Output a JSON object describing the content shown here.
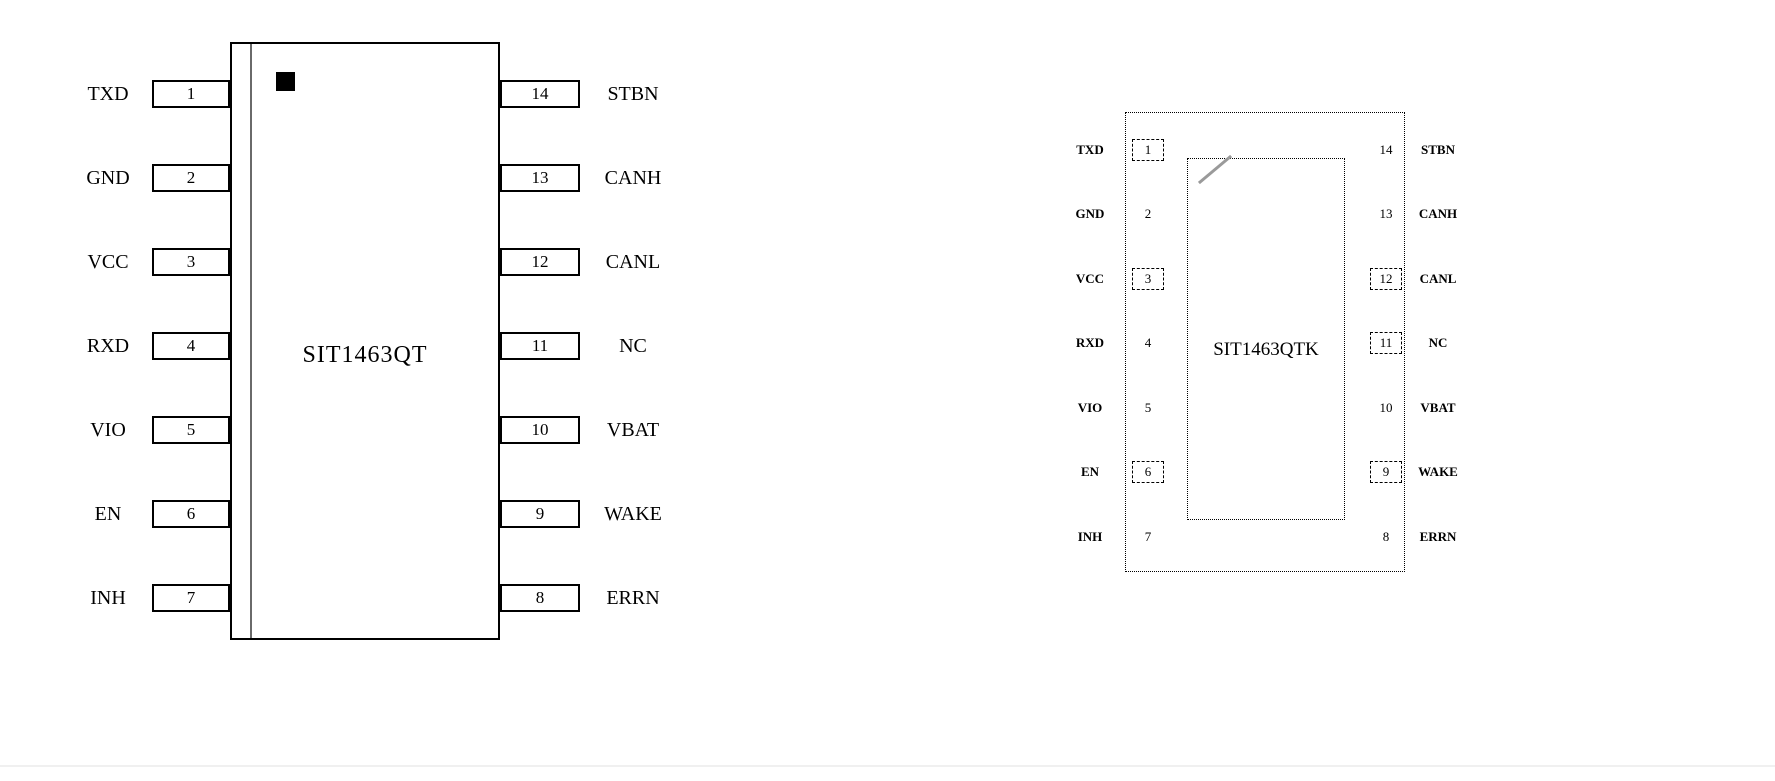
{
  "page": {
    "background": "#ffffff",
    "divider_color": "#f0f0f0"
  },
  "left_diagram": {
    "chip_label": "SIT1463QT",
    "left_pins": [
      {
        "number": "1",
        "label": "TXD"
      },
      {
        "number": "2",
        "label": "GND"
      },
      {
        "number": "3",
        "label": "VCC"
      },
      {
        "number": "4",
        "label": "RXD"
      },
      {
        "number": "5",
        "label": "VIO"
      },
      {
        "number": "6",
        "label": "EN"
      },
      {
        "number": "7",
        "label": "INH"
      }
    ],
    "right_pins": [
      {
        "number": "14",
        "label": "STBN"
      },
      {
        "number": "13",
        "label": "CANH"
      },
      {
        "number": "12",
        "label": "CANL"
      },
      {
        "number": "11",
        "label": "NC"
      },
      {
        "number": "10",
        "label": "VBAT"
      },
      {
        "number": "9",
        "label": "WAKE"
      },
      {
        "number": "8",
        "label": "ERRN"
      }
    ]
  },
  "right_diagram": {
    "chip_label": "SIT1463QTK",
    "left_pins": [
      {
        "number": "1",
        "label": "TXD",
        "dashed": true
      },
      {
        "number": "2",
        "label": "GND",
        "dashed": false
      },
      {
        "number": "3",
        "label": "VCC",
        "dashed": true
      },
      {
        "number": "4",
        "label": "RXD",
        "dashed": false
      },
      {
        "number": "5",
        "label": "VIO",
        "dashed": false
      },
      {
        "number": "6",
        "label": "EN",
        "dashed": true
      },
      {
        "number": "7",
        "label": "INH",
        "dashed": false
      }
    ],
    "right_pins": [
      {
        "number": "14",
        "label": "STBN",
        "dashed": false
      },
      {
        "number": "13",
        "label": "CANH",
        "dashed": false
      },
      {
        "number": "12",
        "label": "CANL",
        "dashed": true
      },
      {
        "number": "11",
        "label": "NC",
        "dashed": true
      },
      {
        "number": "10",
        "label": "VBAT",
        "dashed": false
      },
      {
        "number": "9",
        "label": "WAKE",
        "dashed": true
      },
      {
        "number": "8",
        "label": "ERRN",
        "dashed": false
      }
    ]
  }
}
